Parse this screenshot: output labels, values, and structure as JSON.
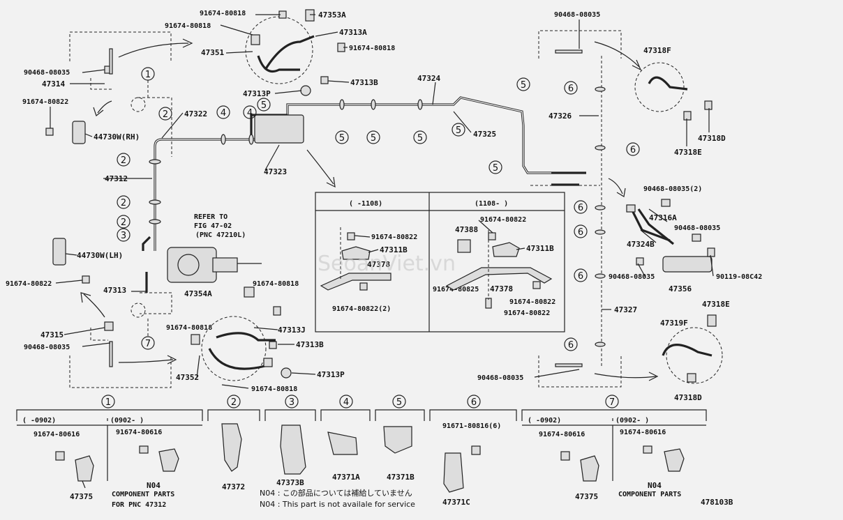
{
  "labels": {
    "l_91674_80818_a": "91674-80818",
    "l_91674_80818_b": "91674-80818",
    "l_47353A": "47353A",
    "l_47313A": "47313A",
    "l_91674_80818_c": "91674-80818",
    "l_47351": "47351",
    "l_47313B_top": "47313B",
    "l_47313P_top": "47313P",
    "l_90468_08035_tl": "90468-08035",
    "l_47314": "47314",
    "l_91674_80822_tl": "91674-80822",
    "l_44730W_RH": "44730W(RH)",
    "l_47322": "47322",
    "l_47312": "47312",
    "l_47323": "47323",
    "l_47324": "47324",
    "l_47325": "47325",
    "l_90468_08035_tr": "90468-08035",
    "l_47318F": "47318F",
    "l_47326": "47326",
    "l_47318E_top": "47318E",
    "l_47318D_top": "47318D",
    "l_90468_08035_2": "90468-08035(2)",
    "l_47316A": "47316A",
    "l_90468_08035_r2": "90468-08035",
    "l_47324B": "47324B",
    "l_47356": "47356",
    "l_90468_08035_r3": "90468-08035",
    "l_90119_08C42": "90119-08C42",
    "l_47327": "47327",
    "l_47318E_bot": "47318E",
    "l_47319F": "47319F",
    "l_47318D_bot": "47318D",
    "l_90468_08035_br": "90468-08035",
    "l_refer": "REFER TO",
    "l_fig": "FIG 47-02",
    "l_pnc": "(PNC 47210L)",
    "l_44730W_LH": "44730W(LH)",
    "l_91674_80822_ml": "91674-80822",
    "l_47313": "47313",
    "l_47354A": "47354A",
    "l_91674_80818_m": "91674-80818",
    "l_91674_80818_m2": "91674-80818",
    "l_47313J": "47313J",
    "l_47315": "47315",
    "l_90468_08035_bl": "90468-08035",
    "l_47313B_bot": "47313B",
    "l_47352": "47352",
    "l_47313P_bot": "47313P",
    "l_91674_80818_bot": "91674-80818",
    "l_box_hdr_left": "(      -1108)",
    "l_box_hdr_right": "(1108-      )",
    "l_box_91674_80822_a": "91674-80822",
    "l_box_47311B_a": "47311B",
    "l_box_47378_a": "47378",
    "l_box_91674_80822_2": "91674-80822(2)",
    "l_box_91674_80822_b": "91674-80822",
    "l_box_47388": "47388",
    "l_box_47311B_b": "47311B",
    "l_box_91674_80825": "91674-80825",
    "l_box_47378_b": "47378",
    "l_box_91674_80822_c": "91674-80822",
    "l_box_91674_80822_d": "91674-80822",
    "b1_left_hdr": "(     -0902)",
    "b1_right_hdr": "(0902-      )",
    "b1_91674_80616_a": "91674-80616",
    "b1_91674_80616_b": "91674-80616",
    "b1_47375": "47375",
    "b1_N04": "N04",
    "b1_comp": "COMPONENT PARTS",
    "b1_for": "FOR PNC 47312",
    "b2_47372": "47372",
    "b3_47373B": "47373B",
    "b4_47371A": "47371A",
    "b5_47371B": "47371B",
    "b6_91671": "91671-80816(6)",
    "b6_47371C": "47371C",
    "b7_left_hdr": "(     -0902)",
    "b7_right_hdr": "(0902-      )",
    "b7_91674_80616_a": "91674-80616",
    "b7_91674_80616_b": "91674-80616",
    "b7_47375": "47375",
    "b7_N04": "N04",
    "b7_comp": "COMPONENT PARTS",
    "note1": "N04 : この部品については補給していません",
    "note2": "N04 : This part is not availale for service",
    "diagram_no": "478103B",
    "watermark": "SeoanViet.vn"
  },
  "numbers": {
    "n1": "1",
    "n2": "2",
    "n3": "3",
    "n4": "4",
    "n5": "5",
    "n6": "6",
    "n7": "7"
  }
}
